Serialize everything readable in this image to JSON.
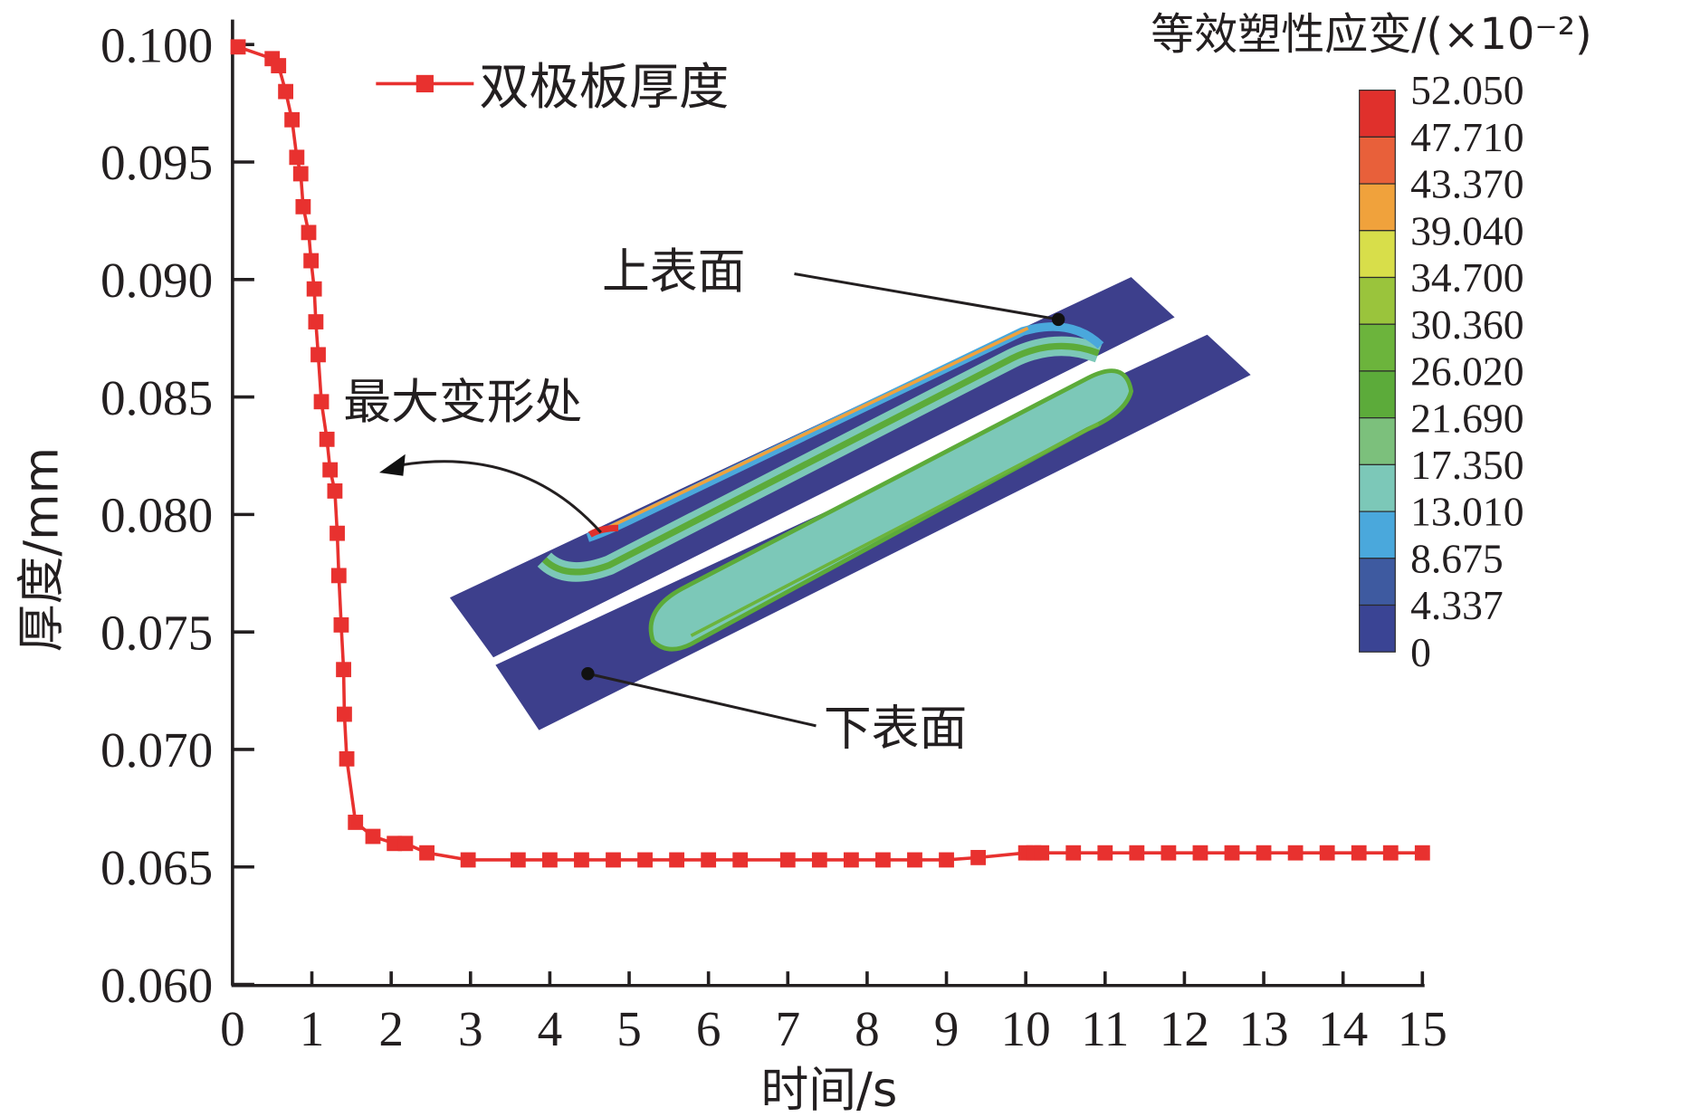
{
  "chart_data": {
    "type": "line",
    "title": "",
    "xlabel": "时间/s",
    "ylabel": "厚度/mm",
    "xlim": [
      0,
      15
    ],
    "ylim": [
      0.06,
      0.1
    ],
    "xticks": [
      "0",
      "1",
      "2",
      "3",
      "4",
      "5",
      "6",
      "7",
      "8",
      "9",
      "10",
      "11",
      "12",
      "13",
      "14",
      "15"
    ],
    "yticks": [
      "0.060",
      "0.065",
      "0.070",
      "0.075",
      "0.080",
      "0.085",
      "0.090",
      "0.095",
      "0.100"
    ],
    "grid": false,
    "legend_position": "top-left",
    "series": [
      {
        "name": "双极板厚度",
        "color": "#e8312f",
        "marker": "square",
        "x": [
          0.07,
          0.5,
          0.58,
          0.67,
          0.75,
          0.81,
          0.86,
          0.89,
          0.96,
          0.99,
          1.03,
          1.05,
          1.08,
          1.12,
          1.19,
          1.23,
          1.29,
          1.32,
          1.34,
          1.37,
          1.4,
          1.41,
          1.44,
          1.55,
          1.77,
          2.04,
          2.18,
          2.45,
          2.97,
          3.6,
          4.0,
          4.4,
          4.8,
          5.2,
          5.6,
          6.0,
          6.4,
          7.0,
          7.4,
          7.8,
          8.2,
          8.6,
          9.0,
          9.4,
          10.0,
          10.1,
          10.2,
          10.6,
          11.0,
          11.4,
          11.8,
          12.2,
          12.6,
          13.0,
          13.4,
          13.8,
          14.2,
          14.6,
          15.0
        ],
        "y": [
          0.0999,
          0.0994,
          0.0991,
          0.098,
          0.0968,
          0.0952,
          0.0945,
          0.0931,
          0.092,
          0.0908,
          0.0896,
          0.0882,
          0.0868,
          0.0848,
          0.0832,
          0.0819,
          0.081,
          0.0792,
          0.0774,
          0.0753,
          0.0734,
          0.0715,
          0.0696,
          0.0669,
          0.0663,
          0.066,
          0.066,
          0.0656,
          0.0653,
          0.0653,
          0.0653,
          0.0653,
          0.0653,
          0.0653,
          0.0653,
          0.0653,
          0.0653,
          0.0653,
          0.0653,
          0.0653,
          0.0653,
          0.0653,
          0.0653,
          0.0654,
          0.0656,
          0.0656,
          0.0656,
          0.0656,
          0.0656,
          0.0656,
          0.0656,
          0.0656,
          0.0656,
          0.0656,
          0.0656,
          0.0656,
          0.0656,
          0.0656,
          0.0656
        ]
      }
    ],
    "annotations": {
      "upper_surface": "上表面",
      "lower_surface": "下表面",
      "max_deformation": "最大变形处"
    },
    "colorbar": {
      "title": "等效塑性应变/(×10⁻²)",
      "labels": [
        "52.050",
        "47.710",
        "43.370",
        "39.040",
        "34.700",
        "30.360",
        "26.020",
        "21.690",
        "17.350",
        "13.010",
        "8.675",
        "4.337",
        "0"
      ],
      "colors": [
        "#e0302c",
        "#e8603a",
        "#f0a23c",
        "#d8de4a",
        "#9ac43c",
        "#6cb43c",
        "#5cab3a",
        "#7cc07c",
        "#7cc8b8",
        "#4aa8dc",
        "#3e5aa0",
        "#3a4494"
      ]
    }
  }
}
